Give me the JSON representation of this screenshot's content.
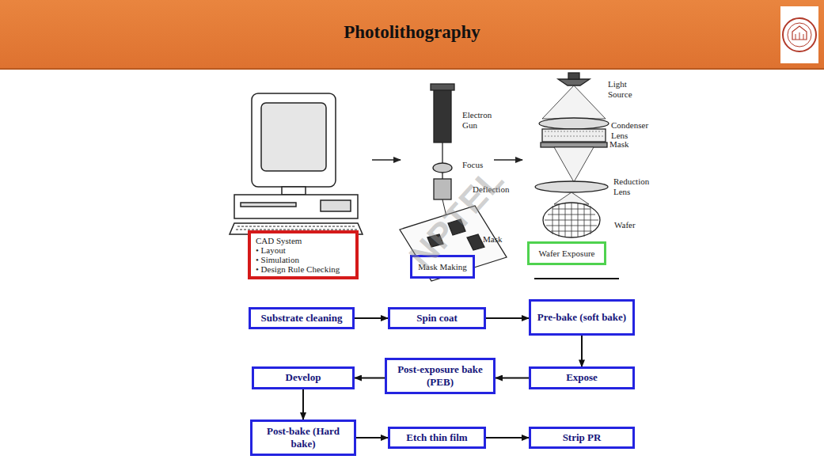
{
  "diagram": {
    "title": "Photolithography",
    "nodes": [
      {
        "text": [
          "CAD System",
          "• Layout",
          "• Simulation",
          "• Design Rule Checking"
        ]
      },
      {
        "text": [
          "Mask Making"
        ]
      },
      {
        "text": [
          "Wafer Exposure"
        ]
      },
      {
        "text": [
          "Substrate cleaning"
        ]
      },
      {
        "text": [
          "Spin coat"
        ]
      },
      {
        "text": [
          "Pre-bake (soft bake)"
        ]
      },
      {
        "text": [
          "Expose"
        ]
      },
      {
        "text": [
          "Post-exposure bake (PEB)"
        ]
      },
      {
        "text": [
          "Develop"
        ]
      },
      {
        "text": [
          "Post-bake (Hard bake)"
        ]
      },
      {
        "text": [
          "Etch thin film"
        ]
      },
      {
        "text": [
          "Strip PR"
        ]
      }
    ],
    "edges": [
      {
        "from": 3,
        "to": 4,
        "arrow": "to"
      },
      {
        "from": 4,
        "to": 5,
        "arrow": "to"
      },
      {
        "from": 5,
        "to": 6,
        "arrow": "to"
      },
      {
        "from": 6,
        "to": 7,
        "arrow": "to"
      },
      {
        "from": 7,
        "to": 8,
        "arrow": "to"
      },
      {
        "from": 8,
        "to": 9,
        "arrow": "to"
      },
      {
        "from": 9,
        "to": 10,
        "arrow": "to"
      },
      {
        "from": 10,
        "to": 11,
        "arrow": "to"
      }
    ],
    "labels": [
      "Electron Gun",
      "Focus",
      "Deflection",
      "Mask",
      "Light Source",
      "Condenser Lens",
      "Mask",
      "Reduction Lens",
      "Wafer",
      "NPTEL"
    ]
  }
}
